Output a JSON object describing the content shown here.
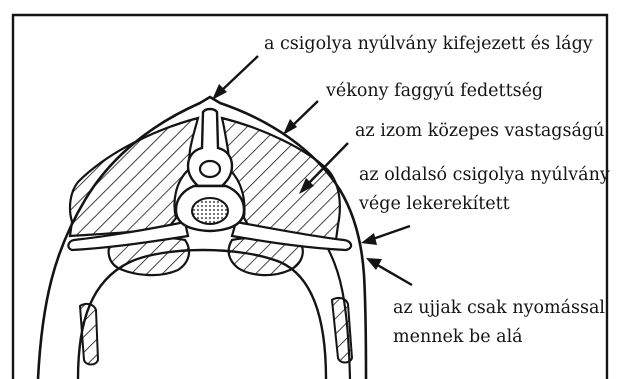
{
  "labels": {
    "spinous_process": "a csigolya nyúlvány kifejezett és lágy",
    "fat_cover": "vékony faggyú fedettség",
    "muscle": "az izom közepes vastagságú",
    "transverse_line1": "az oldalsó csigolya nyúlvány",
    "transverse_line2": "vége lekerekített",
    "fingers_line1": "az ujjak csak nyomással",
    "fingers_line2": "mennek be alá"
  },
  "colors": {
    "ink": "#141414",
    "background": "#ffffff"
  }
}
